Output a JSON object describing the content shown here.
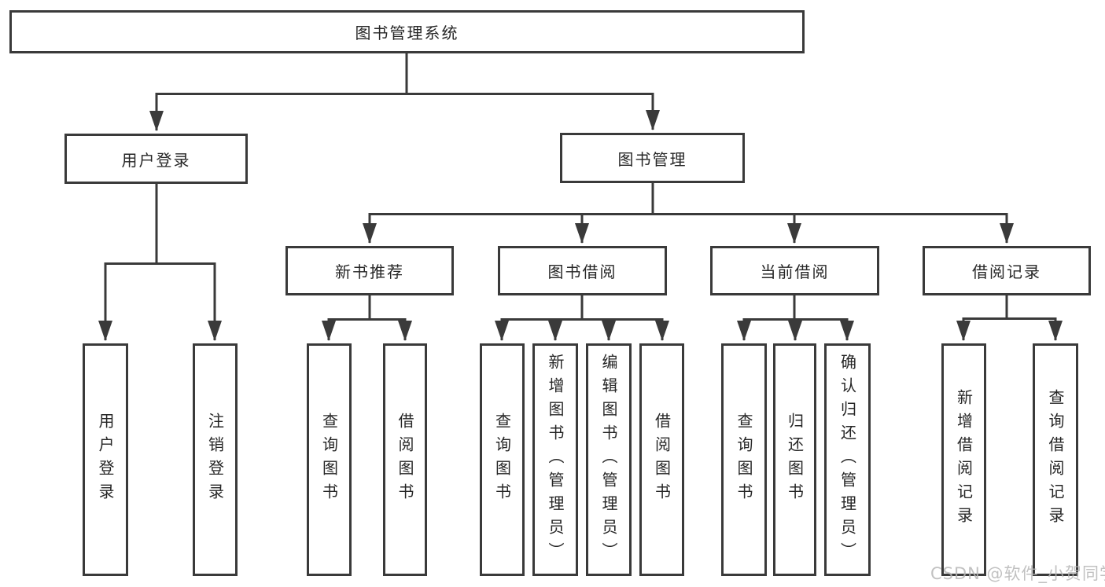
{
  "diagram": {
    "root": {
      "label": "图书管理系统"
    },
    "level2": [
      {
        "label": "用户登录"
      },
      {
        "label": "图书管理"
      }
    ],
    "level3": [
      {
        "label": "新书推荐"
      },
      {
        "label": "图书借阅"
      },
      {
        "label": "当前借阅"
      },
      {
        "label": "借阅记录"
      }
    ],
    "leaves": [
      {
        "label": "用户登录",
        "parent": "用户登录"
      },
      {
        "label": "注销登录",
        "parent": "用户登录"
      },
      {
        "label": "查询图书",
        "parent": "新书推荐"
      },
      {
        "label": "借阅图书",
        "parent": "新书推荐"
      },
      {
        "label": "查询图书",
        "parent": "图书借阅"
      },
      {
        "label": "新增图书（管理员）",
        "parent": "图书借阅"
      },
      {
        "label": "编辑图书（管理员）",
        "parent": "图书借阅"
      },
      {
        "label": "借阅图书",
        "parent": "图书借阅"
      },
      {
        "label": "查询图书",
        "parent": "当前借阅"
      },
      {
        "label": "归还图书",
        "parent": "当前借阅"
      },
      {
        "label": "确认归还（管理员）",
        "parent": "当前借阅"
      },
      {
        "label": "新增借阅记录",
        "parent": "借阅记录"
      },
      {
        "label": "查询借阅记录",
        "parent": "借阅记录"
      }
    ]
  },
  "watermark": {
    "text": "CSDN @软件_小贺同学"
  },
  "colors": {
    "line": "#3a3a3a",
    "box_border": "#3a3a3a",
    "box_background": "#ffffff",
    "text": "#262626",
    "watermark": "#b7b7b7",
    "page_background": "#ffffff"
  }
}
